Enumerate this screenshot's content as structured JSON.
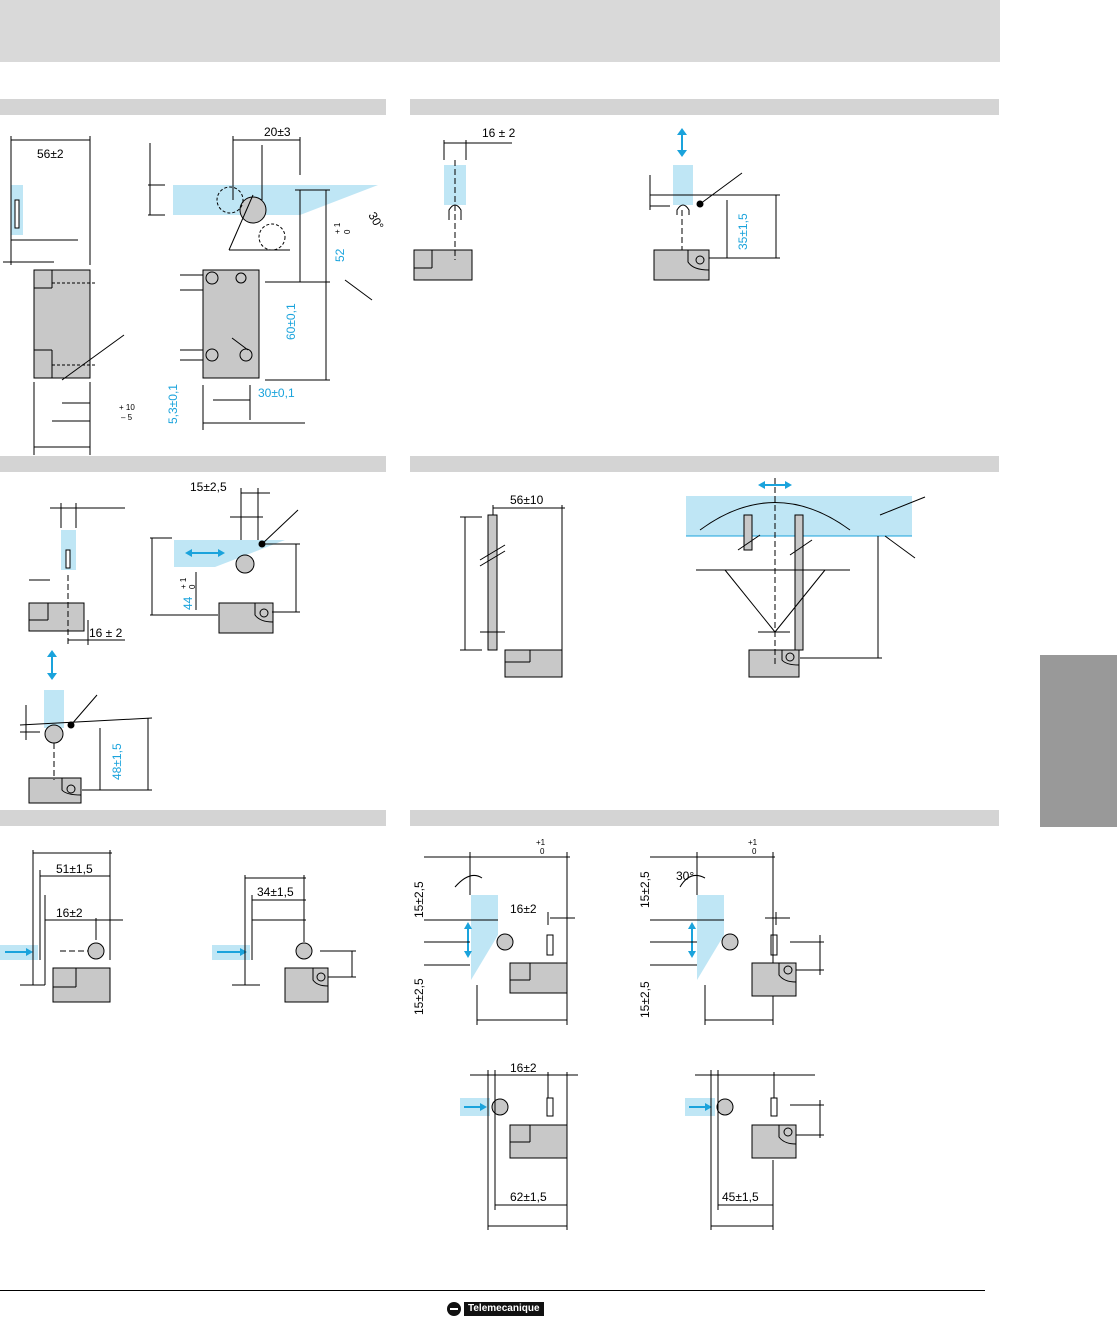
{
  "dimensions": {
    "d56_2": "56±2",
    "d20_3": "20±3",
    "d30deg": "30°",
    "d52": "52",
    "d52_tol_top": "+ 1",
    "d52_tol_bot": "0",
    "d60_01": "60±0,1",
    "d5_3": "5,3±0,1",
    "d30_01": "30±0,1",
    "tol_10_top": "+ 10",
    "tol_10_bot": "– 5",
    "d16_2a": "16 ± 2",
    "d35": "35±1,5",
    "d15_25a": "15±2,5",
    "d44": "44",
    "d44_tol_top": "+ 1",
    "d44_tol_bot": "0",
    "d16_2b": "16 ± 2",
    "d48": "48±1,5",
    "d56_10": "56±10",
    "d51": "51±1,5",
    "d16_2c": "16±2",
    "d34": "34±1,5",
    "tol1_top_a": "+1",
    "tol1_bot_a": "0",
    "d15_25b": "15±2,5",
    "d16_2d": "16±2",
    "d15_25c": "15±2,5",
    "tol1_top_b": "+1",
    "tol1_bot_b": "0",
    "d30deg_b": "30°",
    "d15_25d": "15±2,5",
    "d15_25e": "15±2,5",
    "d16_2e": "16±2",
    "d62": "62±1,5",
    "d45": "45±1,5"
  },
  "footer": {
    "brand": "Telemecanique"
  },
  "colors": {
    "accent": "#1aa3dc",
    "fill_blue": "#bfe6f5",
    "part_gray": "#c8c8c8"
  }
}
